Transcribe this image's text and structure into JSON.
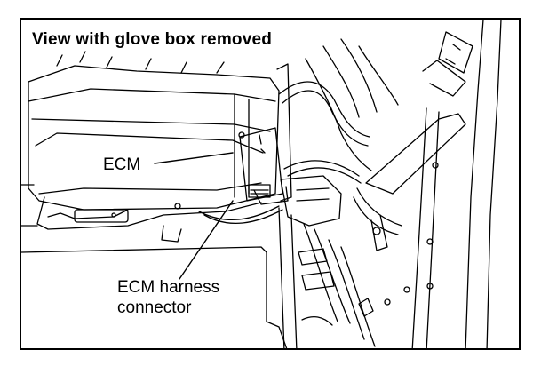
{
  "diagram": {
    "title": "View with glove box removed",
    "labels": {
      "ecm": "ECM",
      "harness_line1": "ECM harness",
      "harness_line2": "connector"
    }
  }
}
